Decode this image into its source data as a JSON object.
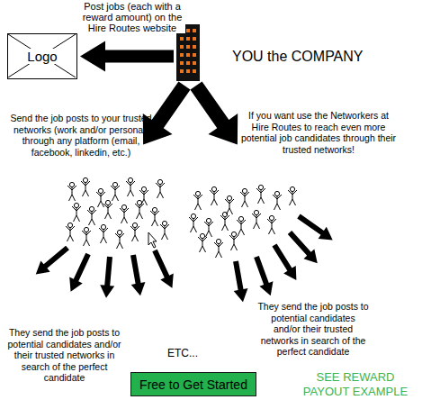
{
  "diagram": {
    "nodes": [
      {
        "text": [
          "Logo"
        ]
      },
      {
        "text": [
          "YOU the COMPANY"
        ]
      },
      {
        "text": [
          "Free to Get Started"
        ]
      }
    ],
    "edges": [
      {
        "from": 1,
        "to": 0,
        "arrow": "to",
        "label": "Post jobs (each with a reward amount) on the Hire Routes website"
      }
    ],
    "labels": [
      "Send the job posts to your trusted networks (work and/or personal) through any platform (email, facebook, linkedin, etc.)",
      "If you want use the Networkers at Hire Routes to reach even more potential job candidates through their trusted networks!",
      "They send the job posts to potential candidates and/or their trusted networks in search of the perfect candidate",
      "They send the job posts to potential candidates and/or their trusted networks in search of the perfect candidate",
      "ETC...",
      "SEE REWARD PAYOUT EXAMPLE"
    ]
  }
}
